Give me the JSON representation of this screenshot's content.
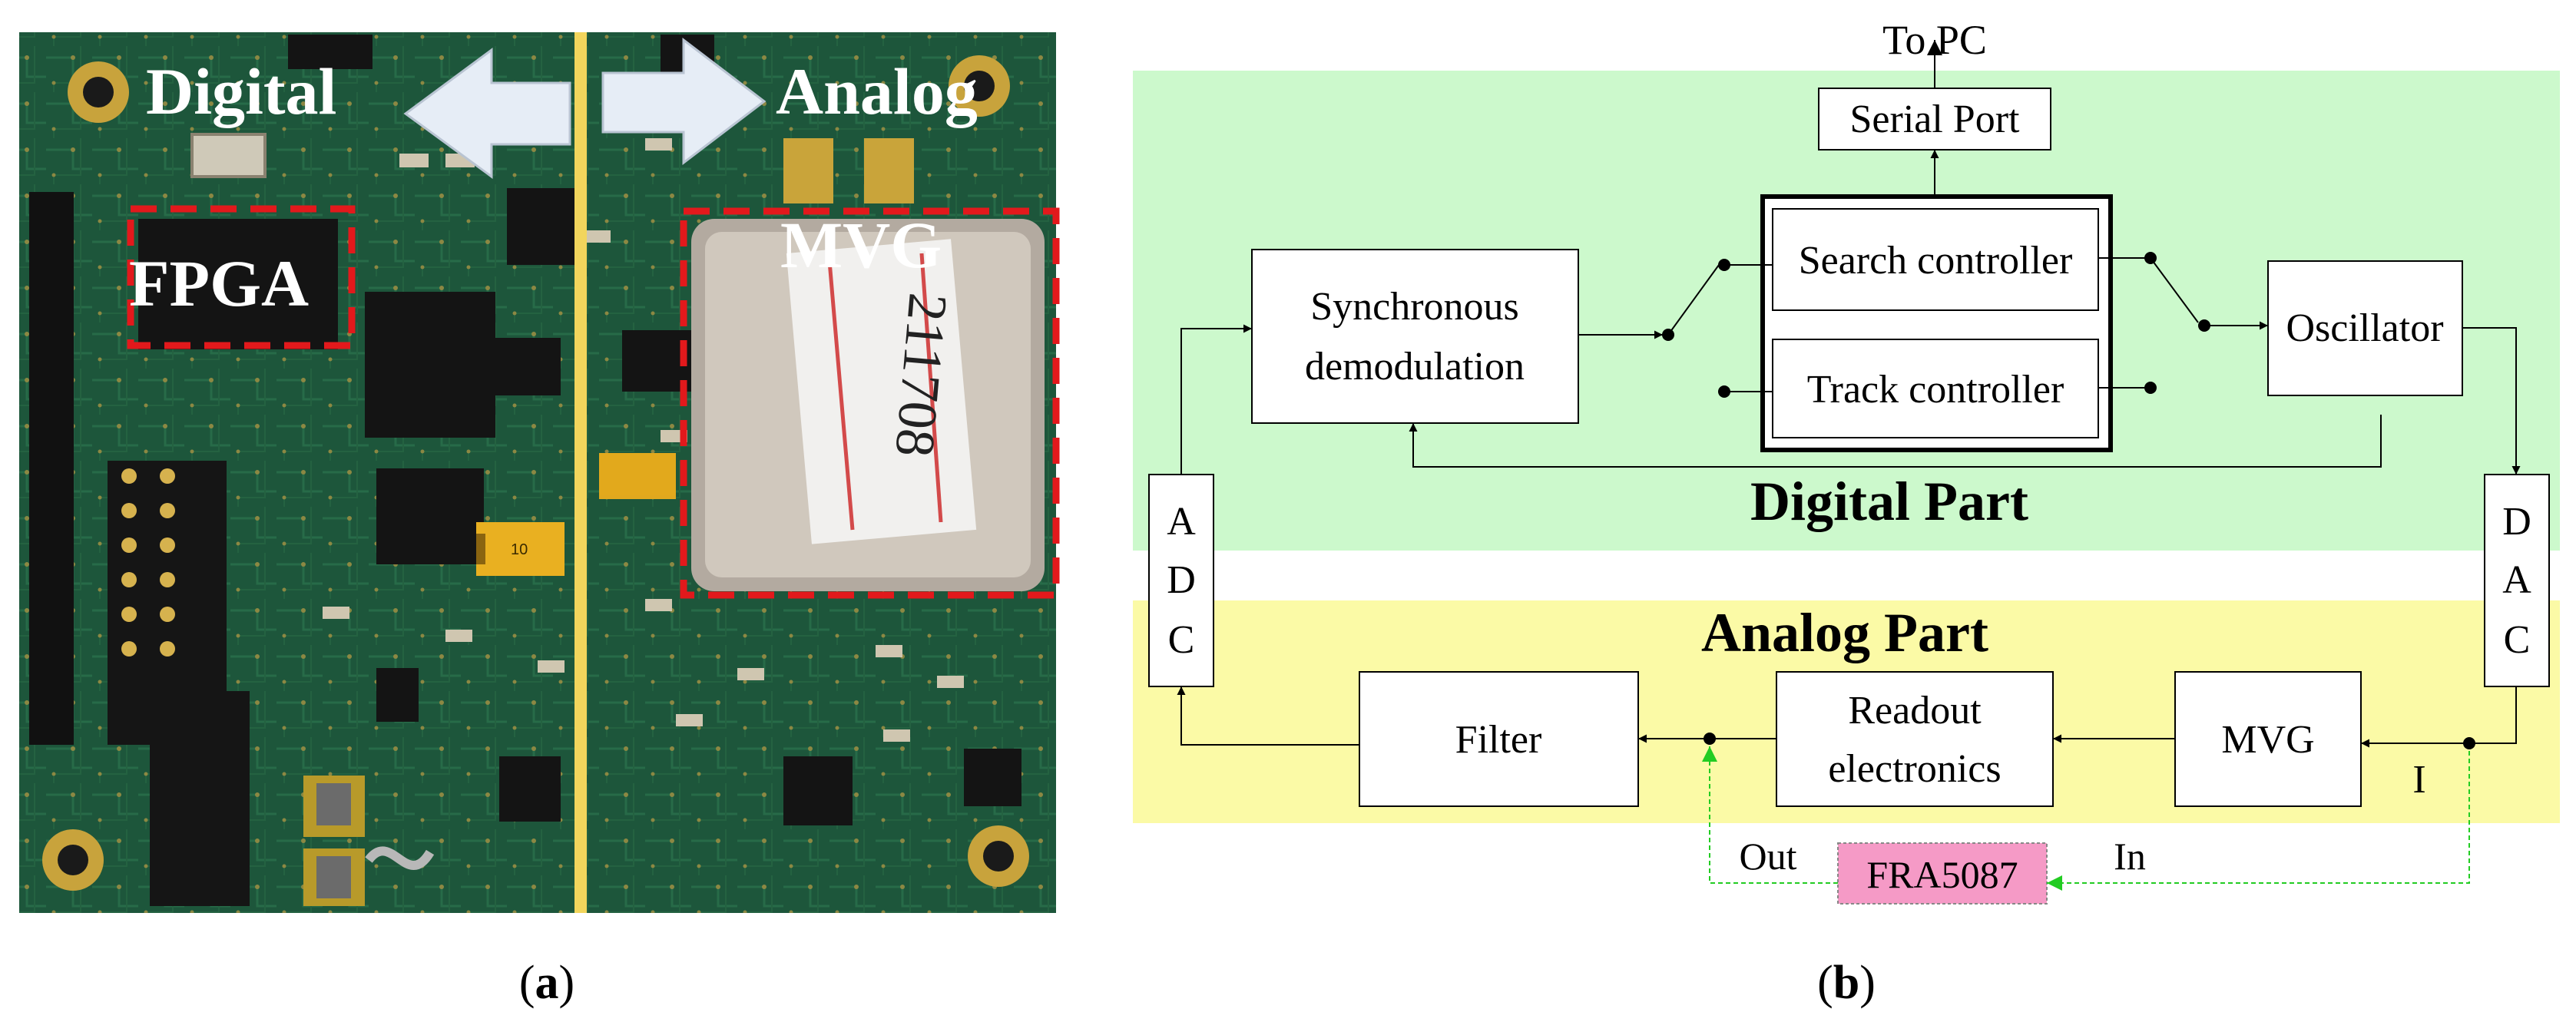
{
  "panel_a": {
    "caption_open": "(",
    "caption_letter": "a",
    "caption_close": ")",
    "label_digital": "Digital",
    "label_analog": "Analog",
    "label_fpga": "FPGA",
    "label_mvg": "MVG",
    "sticker_text": "211708",
    "cap_marking": "10",
    "colors": {
      "board": "#1f5a3e",
      "divider": "#f2d55c",
      "highlight": "#e2191c",
      "arrow": "#e6edf6"
    }
  },
  "panel_b": {
    "caption_open": "(",
    "caption_letter": "b",
    "caption_close": ")",
    "to_pc": "To PC",
    "serial_port": "Serial Port",
    "search_controller": "Search controller",
    "track_controller": "Track controller",
    "sync_line1": "Synchronous",
    "sync_line2": "demodulation",
    "oscillator": "Oscillator",
    "adc": [
      "A",
      "D",
      "C"
    ],
    "dac": [
      "D",
      "A",
      "C"
    ],
    "digital_part": "Digital Part",
    "analog_part": "Analog Part",
    "filter": "Filter",
    "readout_line1": "Readout",
    "readout_line2": "electronics",
    "mvg": "MVG",
    "current_label": "I",
    "out_label": "Out",
    "in_label": "In",
    "fra": "FRA5087",
    "colors": {
      "digital_bg": "#ccf9cc",
      "analog_bg": "#fbfaa6",
      "fra_bg": "#f59ac6",
      "green_arrow": "#22cc22"
    }
  }
}
